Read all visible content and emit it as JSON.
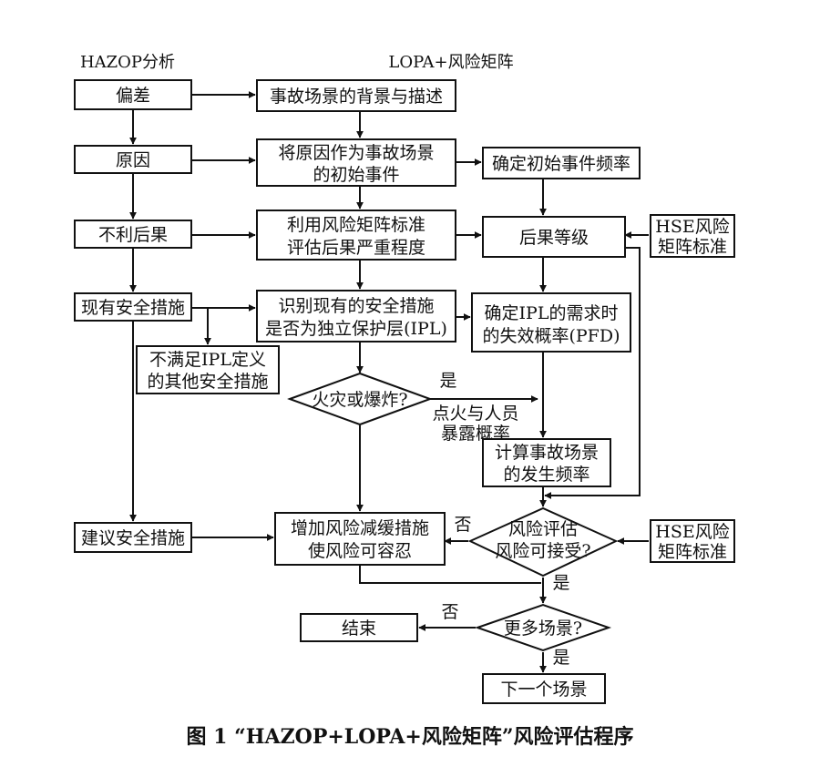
{
  "headers": {
    "hazop": "HAZOP分析",
    "lopa": "LOPA+风险矩阵"
  },
  "nodes": {
    "deviation": "偏差",
    "cause": "原因",
    "consequence": "不利后果",
    "existing_measures": "现有安全措施",
    "not_ipl": [
      "不满足IPL定义",
      "的其他安全措施"
    ],
    "suggest_measures": "建议安全措施",
    "scenario_desc": "事故场景的背景与描述",
    "initiating_event": [
      "将原因作为事故场景",
      "的初始事件"
    ],
    "severity_eval": [
      "利用风险矩阵标准",
      "评估后果严重程度"
    ],
    "identify_ipl": [
      "识别现有的安全措施",
      "是否为独立保护层(IPL)"
    ],
    "fire_explosion": "火灾或爆炸?",
    "add_mitigation": [
      "增加风险减缓措施",
      "使风险可容忍"
    ],
    "freq_initial": "确定初始事件频率",
    "consequence_level": "后果等级",
    "pfd": [
      "确定IPL的需求时",
      "的失效概率(PFD)"
    ],
    "ignition_exposure": [
      "点火与人员",
      "暴露概率"
    ],
    "calc_freq": [
      "计算事故场景",
      "的发生频率"
    ],
    "risk_eval": [
      "风险评估",
      "风险可接受?"
    ],
    "hse_matrix_1": [
      "HSE风险",
      "矩阵标准"
    ],
    "hse_matrix_2": [
      "HSE风险",
      "矩阵标准"
    ],
    "more_scenarios": "更多场景?",
    "end": "结束",
    "next_scenario": "下一个场景"
  },
  "edge_labels": {
    "yes": "是",
    "no": "否"
  },
  "caption": "图 1 “HAZOP+LOPA+风险矩阵”风险评估程序"
}
